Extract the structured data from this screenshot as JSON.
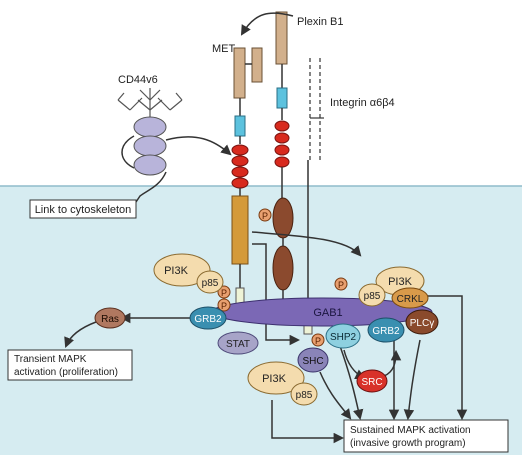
{
  "labels": {
    "plexin": "Plexin B1",
    "met": "MET",
    "cd44": "CD44v6",
    "integrin": "Integrin α6β4",
    "link": "Link to cytoskeleton",
    "ras": "Ras",
    "transient_line1": "Transient MAPK",
    "transient_line2": "activation (proliferation)",
    "sustained_line1": "Sustained MAPK activation",
    "sustained_line2": "(invasive growth program)",
    "pi3k": "PI3K",
    "p85": "p85",
    "p": "P",
    "grb2": "GRB2",
    "gab1": "GAB1",
    "crkl": "CRKL",
    "plcg": "PLCγ",
    "shp2": "SHP2",
    "shc": "SHC",
    "stat": "STAT",
    "src": "SRC"
  },
  "colors": {
    "membrane": "#d6ecf1",
    "membrane_line": "#8fbccb",
    "receptor": "#d2b08c",
    "receptor_dark": "#d49a3a",
    "blue_box": "#5cc2de",
    "red_oval": "#d82a1e",
    "pi3k": "#f4dcae",
    "grb2": "#3a8fb0",
    "gab1": "#7b68b5",
    "crkl": "#d89a4a",
    "plcg": "#8a4a2c",
    "shp2": "#8ed0e0",
    "shc": "#8a84b8",
    "stat": "#a7a4c8",
    "src": "#d8322a",
    "ras": "#b07860",
    "p_circle": "#e8a070",
    "arrow": "#333333"
  }
}
